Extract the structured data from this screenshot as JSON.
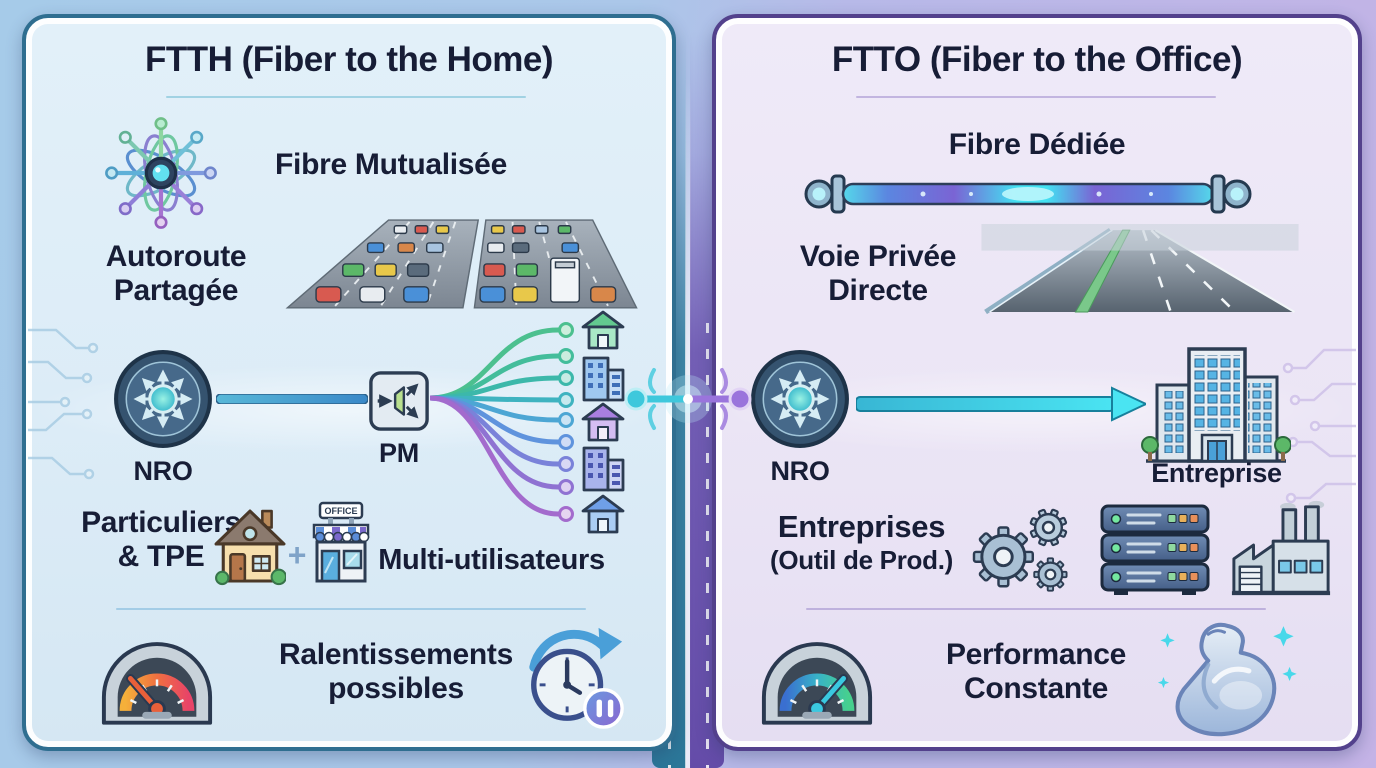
{
  "colors": {
    "left_accent": "#2f6e90",
    "right_accent": "#53418c",
    "text": "#171d36",
    "fiber_cyan": "#3ec8dc",
    "fiber_purple": "#9a74dc",
    "warning_red": "#e8603a",
    "ok_green": "#42c88f"
  },
  "icons": {
    "left": [
      "fiber-splitter-icon",
      "congested-highway-icon",
      "nro-node-icon",
      "pm-splitter-icon",
      "endpoint-houses-icons",
      "home-house-icon",
      "storefront-icon",
      "speedometer-warning-icon",
      "clock-pause-icon",
      "circuit-pattern-icon"
    ],
    "right": [
      "dedicated-fiber-cable-icon",
      "empty-highway-icon",
      "nro-node-icon",
      "direct-link-arrow-icon",
      "office-building-icon",
      "gears-icon",
      "server-rack-icon",
      "factory-icon",
      "speedometer-ok-icon",
      "flexed-bicep-icon",
      "circuit-pattern-icon"
    ]
  },
  "left": {
    "title": "FTTH (Fiber to the Home)",
    "shared_fiber": "Fibre Mutualisée",
    "shared_road": "Autoroute\nPartagée",
    "nro": "NRO",
    "pm": "PM",
    "users": "Particuliers\n& TPE",
    "plus": "+",
    "office_sign": "OFFICE",
    "multi_users": "Multi-utilisateurs",
    "slowdown": "Ralentissements\npossibles"
  },
  "right": {
    "title": "FTTO (Fiber to the Office)",
    "dedicated_fiber": "Fibre Dédiée",
    "private_road": "Voie Privée\nDirecte",
    "nro": "NRO",
    "enterprise": "Entreprise",
    "users": "Entreprises",
    "users_sub": "(Outil de Prod.)",
    "performance": "Performance\nConstante"
  }
}
